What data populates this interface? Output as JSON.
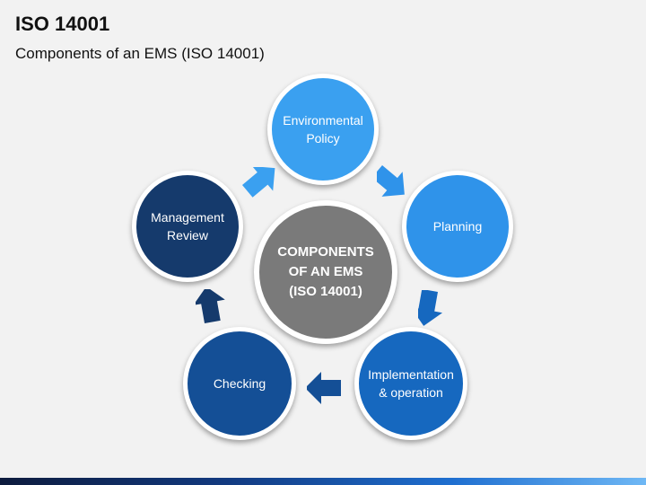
{
  "header": {
    "title": "ISO 14001",
    "subtitle": "Components of an EMS (ISO 14001)"
  },
  "diagram": {
    "center": {
      "lines": [
        "COMPONENTS",
        "OF AN EMS",
        "(ISO 14001)"
      ],
      "color": "#7a7a7a"
    },
    "nodes": [
      {
        "lines": [
          "Environmental",
          "Policy"
        ],
        "color": "#3aa0f0"
      },
      {
        "lines": [
          "Planning"
        ],
        "color": "#2f93ea"
      },
      {
        "lines": [
          "Implementation",
          "& operation"
        ],
        "color": "#1668bf"
      },
      {
        "lines": [
          "Checking"
        ],
        "color": "#144f96"
      },
      {
        "lines": [
          "Management",
          "Review"
        ],
        "color": "#153a6c"
      }
    ],
    "arrows": [
      {
        "icon": "arrow-icon",
        "color": "#3aa0f0"
      },
      {
        "icon": "arrow-icon",
        "color": "#2f93ea"
      },
      {
        "icon": "arrow-icon",
        "color": "#1668bf"
      },
      {
        "icon": "arrow-icon",
        "color": "#144f96"
      },
      {
        "icon": "arrow-icon",
        "color": "#153a6c"
      }
    ]
  }
}
